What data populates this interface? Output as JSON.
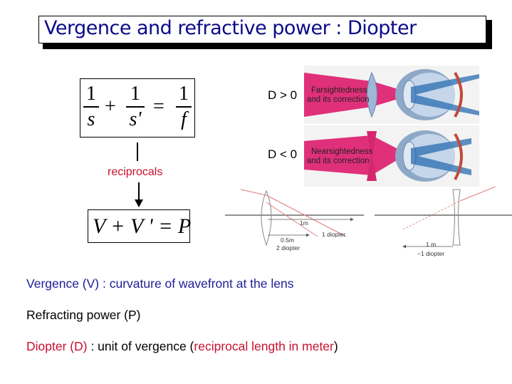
{
  "title": "Vergence and refractive power : Diopter",
  "lens_equation": {
    "term1_num": "1",
    "term1_den": "s",
    "plus": "+",
    "term2_num": "1",
    "term2_den": "s'",
    "equals": "=",
    "term3_num": "1",
    "term3_den": "f"
  },
  "reciprocals_label": "reciprocals",
  "vergence_equation": "V + V ' = P",
  "d_positive": "D > 0",
  "d_negative": "D < 0",
  "farsighted": {
    "line1": "Farsightedness",
    "line2": "and its correction"
  },
  "nearsighted": {
    "line1": "Nearsightedness",
    "line2": "and its correction"
  },
  "lens_diagram": {
    "converging": {
      "dist1": "1m",
      "power1": "1 diopter",
      "dist2": "0.5m",
      "power2": "2 diopter"
    },
    "diverging": {
      "dist": "1 m",
      "power": "−1 diopter"
    }
  },
  "definitions": {
    "vergence": "Vergence (V) : curvature of wavefront at the lens",
    "refracting_prefix": "Refracting power (P)",
    "diopter_term": "Diopter (D)",
    "diopter_mid": " : unit of vergence (",
    "diopter_highlight": "reciprocal length in meter",
    "diopter_end": ")"
  },
  "colors": {
    "title": "#0a0a8a",
    "text_blue": "#1e1e96",
    "text_red": "#c8102e",
    "pink": "#e0307a"
  }
}
